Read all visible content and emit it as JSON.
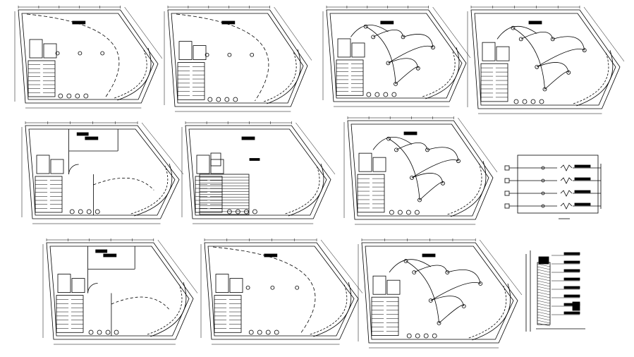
{
  "sheet": {
    "title": "",
    "ink_color": "#000000",
    "background": "#ffffff"
  },
  "plans": [
    {
      "id": "plan-1",
      "type": "ceiling",
      "wiring": "sparse"
    },
    {
      "id": "plan-2",
      "type": "ceiling",
      "wiring": "sparse"
    },
    {
      "id": "plan-3",
      "type": "lighting",
      "wiring": "dense"
    },
    {
      "id": "plan-4",
      "type": "lighting",
      "wiring": "dense"
    },
    {
      "id": "plan-5",
      "type": "partitioned",
      "wiring": "sparse"
    },
    {
      "id": "plan-6",
      "type": "staircase",
      "wiring": "none"
    },
    {
      "id": "plan-7",
      "type": "lighting",
      "wiring": "dense"
    },
    {
      "id": "plan-8",
      "type": "partitioned",
      "wiring": "sparse"
    },
    {
      "id": "plan-9",
      "type": "ceiling",
      "wiring": "sparse"
    },
    {
      "id": "plan-10",
      "type": "lighting",
      "wiring": "dense"
    }
  ],
  "schematic": {
    "circuits": 4
  },
  "section_detail": {
    "present": true
  }
}
